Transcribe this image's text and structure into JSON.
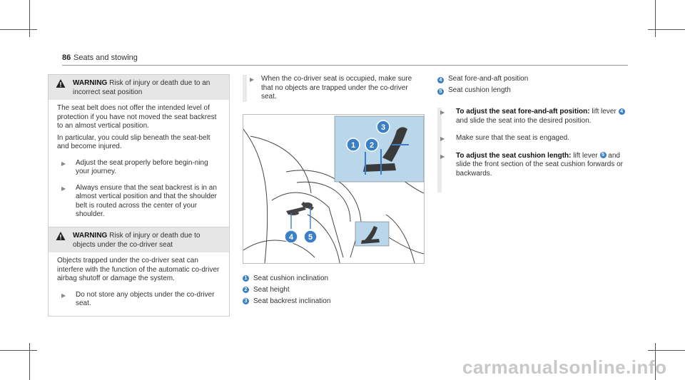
{
  "header": {
    "page_number": "86",
    "section": "Seats and stowing"
  },
  "warning1": {
    "title": "WARNING",
    "title_rest": "Risk of injury or death due to an incorrect seat position",
    "paragraphs": [
      "The seat belt does not offer the intended level of protection if you have not moved the seat backrest to an almost vertical position.",
      "In particular, you could slip beneath the seat-belt and become injured."
    ],
    "steps": [
      "Adjust the seat properly before begin-ning your journey.",
      "Always ensure that the seat backrest is in an almost vertical position and that the shoulder belt is routed across the center of your shoulder."
    ]
  },
  "warning2": {
    "title": "WARNING",
    "title_rest": "Risk of injury or death due to objects under the co-driver seat",
    "paragraphs": [
      "Objects trapped under the co-driver seat can interfere with the function of the automatic co-driver airbag shutoff or damage the system."
    ],
    "steps": [
      "Do not store any objects under the co-driver seat."
    ]
  },
  "col2": {
    "step": "When the co-driver seat is occupied, make sure that no objects are trapped under the co-driver seat.",
    "legend": [
      {
        "num": "1",
        "text": "Seat cushion inclination"
      },
      {
        "num": "2",
        "text": "Seat height"
      },
      {
        "num": "3",
        "text": "Seat backrest inclination"
      }
    ]
  },
  "col3": {
    "legend": [
      {
        "num": "4",
        "text": "Seat fore-and-aft position"
      },
      {
        "num": "5",
        "text": "Seat cushion length"
      }
    ],
    "step1_bold": "To adjust the seat fore-and-aft position:",
    "step1_a": "lift lever",
    "step1_num": "4",
    "step1_b": "and slide the seat into the desired position.",
    "step2": "Make sure that the seat is engaged.",
    "step3_bold": "To adjust the seat cushion length:",
    "step3_a": "lift lever",
    "step3_num": "5",
    "step3_b": "and slide the front section of the seat cushion forwards or backwards."
  },
  "figure": {
    "callouts": [
      "1",
      "2",
      "3",
      "4",
      "5"
    ]
  },
  "watermark": "carmanualsonline.info",
  "colors": {
    "callout_blue": "#3b7fc4",
    "inset_blue": "#b9d6ea",
    "warn_head_bg": "#e6e6e6"
  }
}
